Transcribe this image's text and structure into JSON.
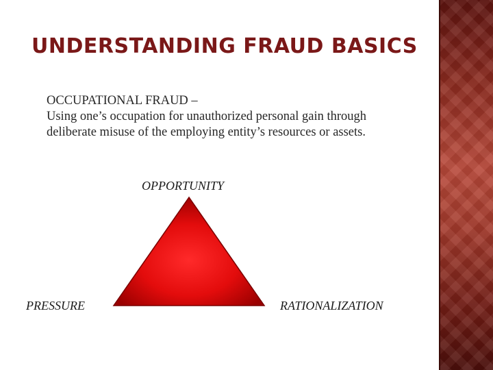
{
  "slide": {
    "title": "UNDERSTANDING FRAUD BASICS",
    "definition": {
      "heading": "OCCUPATIONAL FRAUD –",
      "line1": "Using one’s occupation for unauthorized personal gain through",
      "line2": "deliberate misuse of the employing entity’s resources or assets."
    },
    "triangle": {
      "top": "OPPORTUNITY",
      "left": "PRESSURE",
      "right": "RATIONALIZATION"
    }
  },
  "colors": {
    "title": "#7a1818",
    "triangle_center": "#ff2020",
    "triangle_edge": "#9a0000",
    "side_band": "#8b2a1f"
  }
}
